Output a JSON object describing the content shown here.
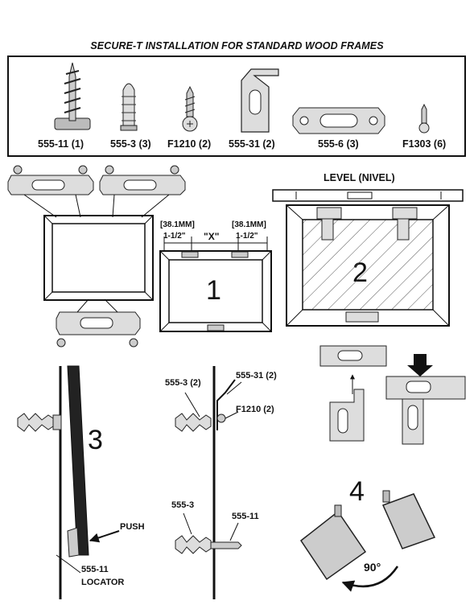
{
  "title": "SECURE-T INSTALLATION FOR STANDARD WOOD FRAMES",
  "parts": [
    {
      "code": "555-11 (1)"
    },
    {
      "code": "555-3 (3)"
    },
    {
      "code": "F1210 (2)"
    },
    {
      "code": "555-31 (2)"
    },
    {
      "code": "555-6 (3)"
    },
    {
      "code": "F1303 (6)"
    }
  ],
  "level_label": "LEVEL (NIVEL)",
  "dimensions": {
    "left_mm": "[38.1MM]",
    "right_mm": "[38.1MM]",
    "left_in": "1-1/2\"",
    "center": "\"X\"",
    "right_in": "1-1/2\""
  },
  "steps": {
    "one": "1",
    "two": "2",
    "three": "3",
    "four": "4"
  },
  "callouts": {
    "push": "PUSH",
    "locator_code": "555-11",
    "locator": "LOCATOR",
    "anchor_a": "555-3 (2)",
    "bracket_a": "555-31 (2)",
    "screw_a": "F1210 (2)",
    "anchor_b": "555-3",
    "locator_b": "555-11",
    "angle": "90°"
  }
}
